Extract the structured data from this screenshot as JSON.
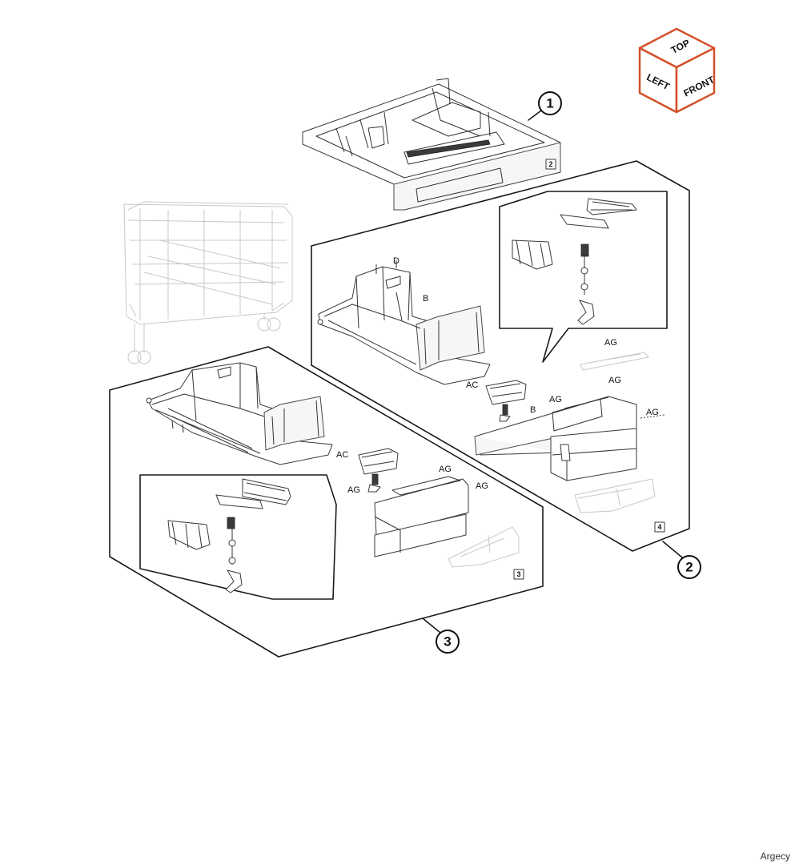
{
  "orientation_cube": {
    "top": "TOP",
    "left": "LEFT",
    "front": "FRONT",
    "accent_color": "#d4502a"
  },
  "callouts": [
    "1",
    "2",
    "3"
  ],
  "box_numbers": {
    "tray": "2",
    "assembly_4": "4",
    "assembly_3": "3"
  },
  "labels": {
    "d": "D",
    "b_upper": "B",
    "ac_upper": "AC",
    "b_lower": "B",
    "ag_1": "AG",
    "ag_2": "AG",
    "ag_3": "AG",
    "ag_4": "AG",
    "ac_lower": "AC",
    "ag_5": "AG",
    "ag_6": "AG",
    "ag_7": "AG"
  },
  "watermark": "Argecy"
}
